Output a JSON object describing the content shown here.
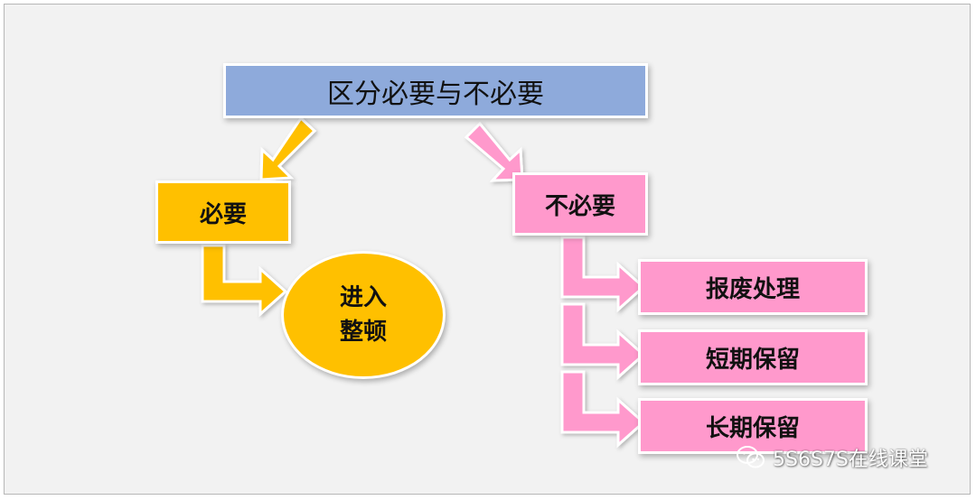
{
  "title": "区分必要与不必要",
  "branches": {
    "needed": {
      "label": "必要",
      "result_line1": "进入",
      "result_line2": "整顿"
    },
    "not_needed": {
      "label": "不必要",
      "options": [
        "报废处理",
        "短期保留",
        "长期保留"
      ]
    }
  },
  "watermark": {
    "icon": "wechat-icon",
    "text": "5S6S7S在线课堂"
  },
  "colors": {
    "title_box": "#8eaadb",
    "needed": "#ffc000",
    "not_needed": "#ff99cc"
  }
}
